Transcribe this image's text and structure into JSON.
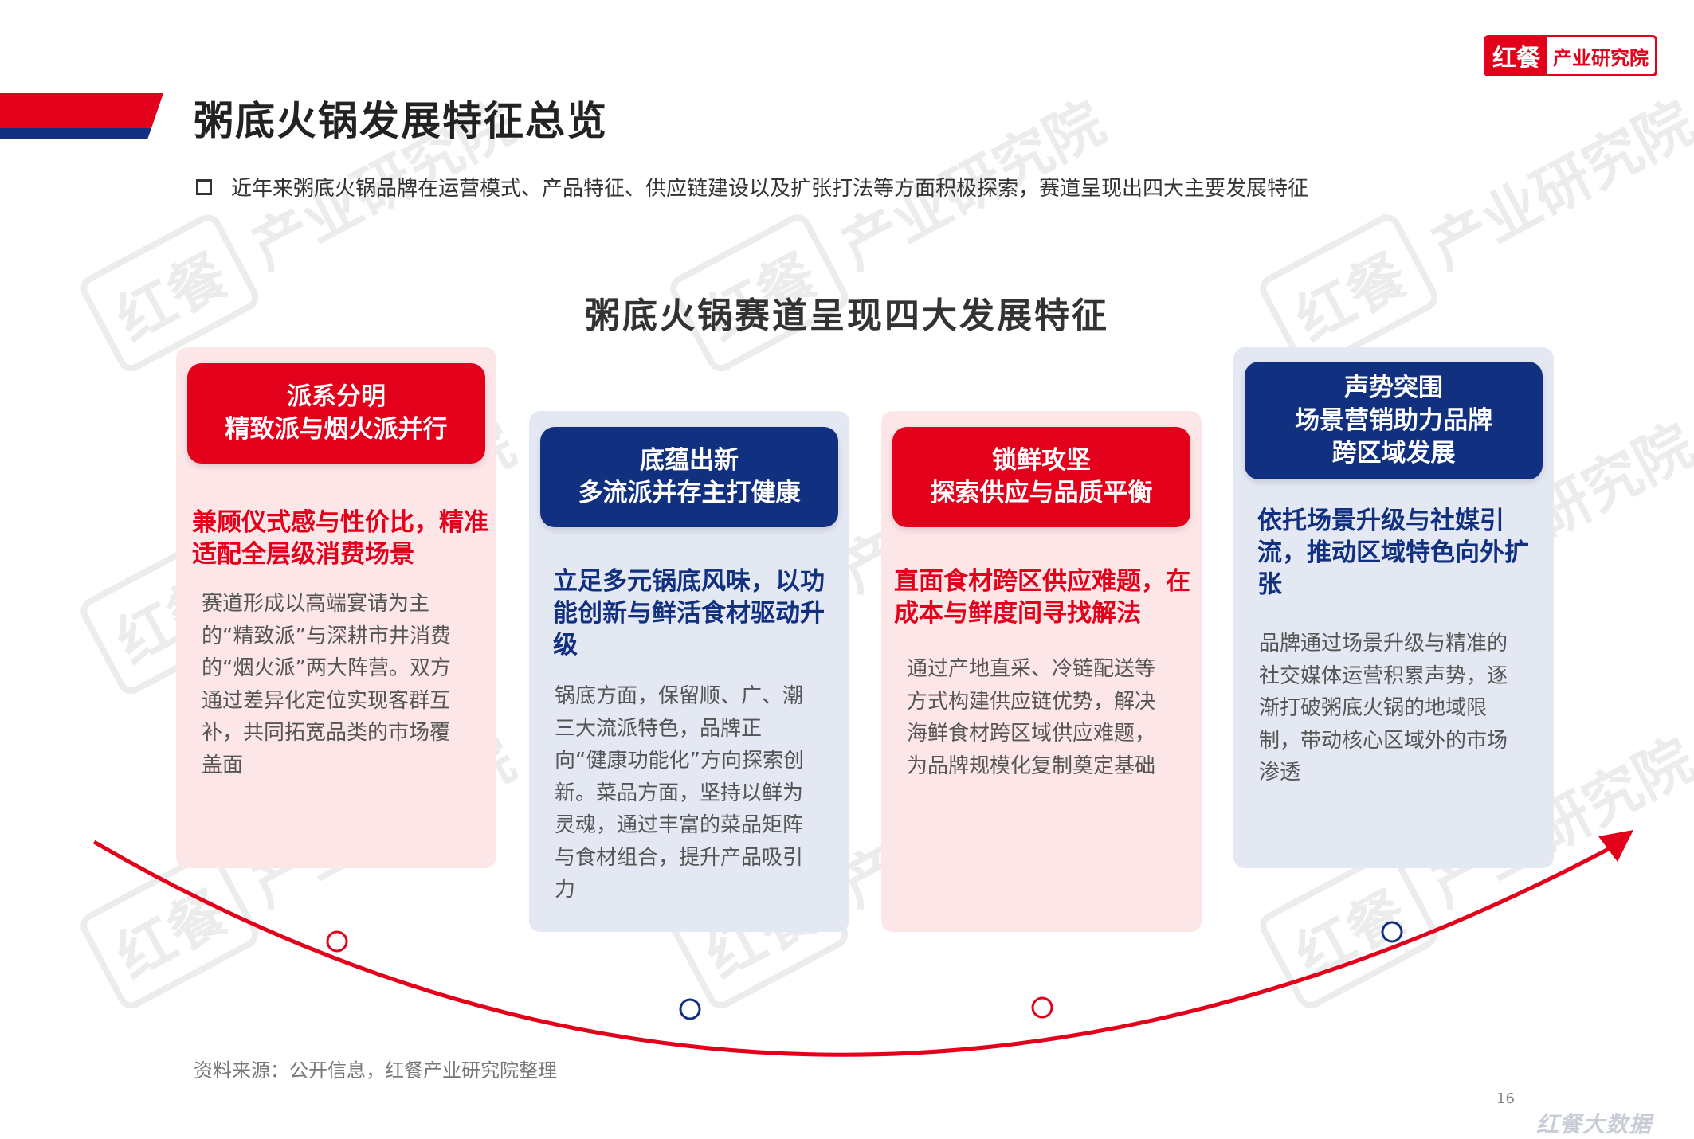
{
  "colors": {
    "accent_red": "#e3001b",
    "accent_blue": "#11307f",
    "card_red_bg": "#fde6e8",
    "card_blue_bg": "#e4e8f3"
  },
  "logo": {
    "mark": "红餐",
    "text": "产业研究院"
  },
  "watermark": {
    "mark": "红餐",
    "text": "产业研究院"
  },
  "header": {
    "title": "粥底火锅发展特征总览",
    "intro_icon": "square-bullet-icon",
    "intro": "近年来粥底火锅品牌在运营模式、产品特征、供应链建设以及扩张打法等方面积极探索，赛道呈现出四大主要发展特征"
  },
  "subtitle": "粥底火锅赛道呈现四大发展特征",
  "cards": [
    {
      "head_line1": "派系分明",
      "head_line2": "精致派与烟火派并行",
      "head_line3": "",
      "sub": "兼顾仪式感与性价比，精准适配全层级消费场景",
      "body": "赛道形成以高端宴请为主的“精致派”与深耕市井消费的“烟火派”两大阵营。双方通过差异化定位实现客群互补，共同拓宽品类的市场覆盖面"
    },
    {
      "head_line1": "底蕴出新",
      "head_line2": "多流派并存主打健康",
      "head_line3": "",
      "sub": "立足多元锅底风味，以功能创新与鲜活食材驱动升级",
      "body": "锅底方面，保留顺、广、潮三大流派特色，品牌正向“健康功能化”方向探索创新。菜品方面，坚持以鲜为灵魂，通过丰富的菜品矩阵与食材组合，提升产品吸引力"
    },
    {
      "head_line1": "锁鲜攻坚",
      "head_line2": "探索供应与品质平衡",
      "head_line3": "",
      "sub": "直面食材跨区供应难题，在成本与鲜度间寻找解法",
      "body": "通过产地直采、冷链配送等方式构建供应链优势，解决海鲜食材跨区域供应难题，为品牌规模化复制奠定基础"
    },
    {
      "head_line1": "声势突围",
      "head_line2": "场景营销助力品牌",
      "head_line3": "跨区域发展",
      "sub": "依托场景升级与社媒引流，推动区域特色向外扩张",
      "body": "品牌通过场景升级与精准的社交媒体运营积累声势，逐渐打破粥底火锅的地域限制，带动核心区域外的市场渗透"
    }
  ],
  "source": "资料来源：公开信息，红餐产业研究院整理",
  "page_number": "16",
  "footer_brand": "红餐大数据"
}
